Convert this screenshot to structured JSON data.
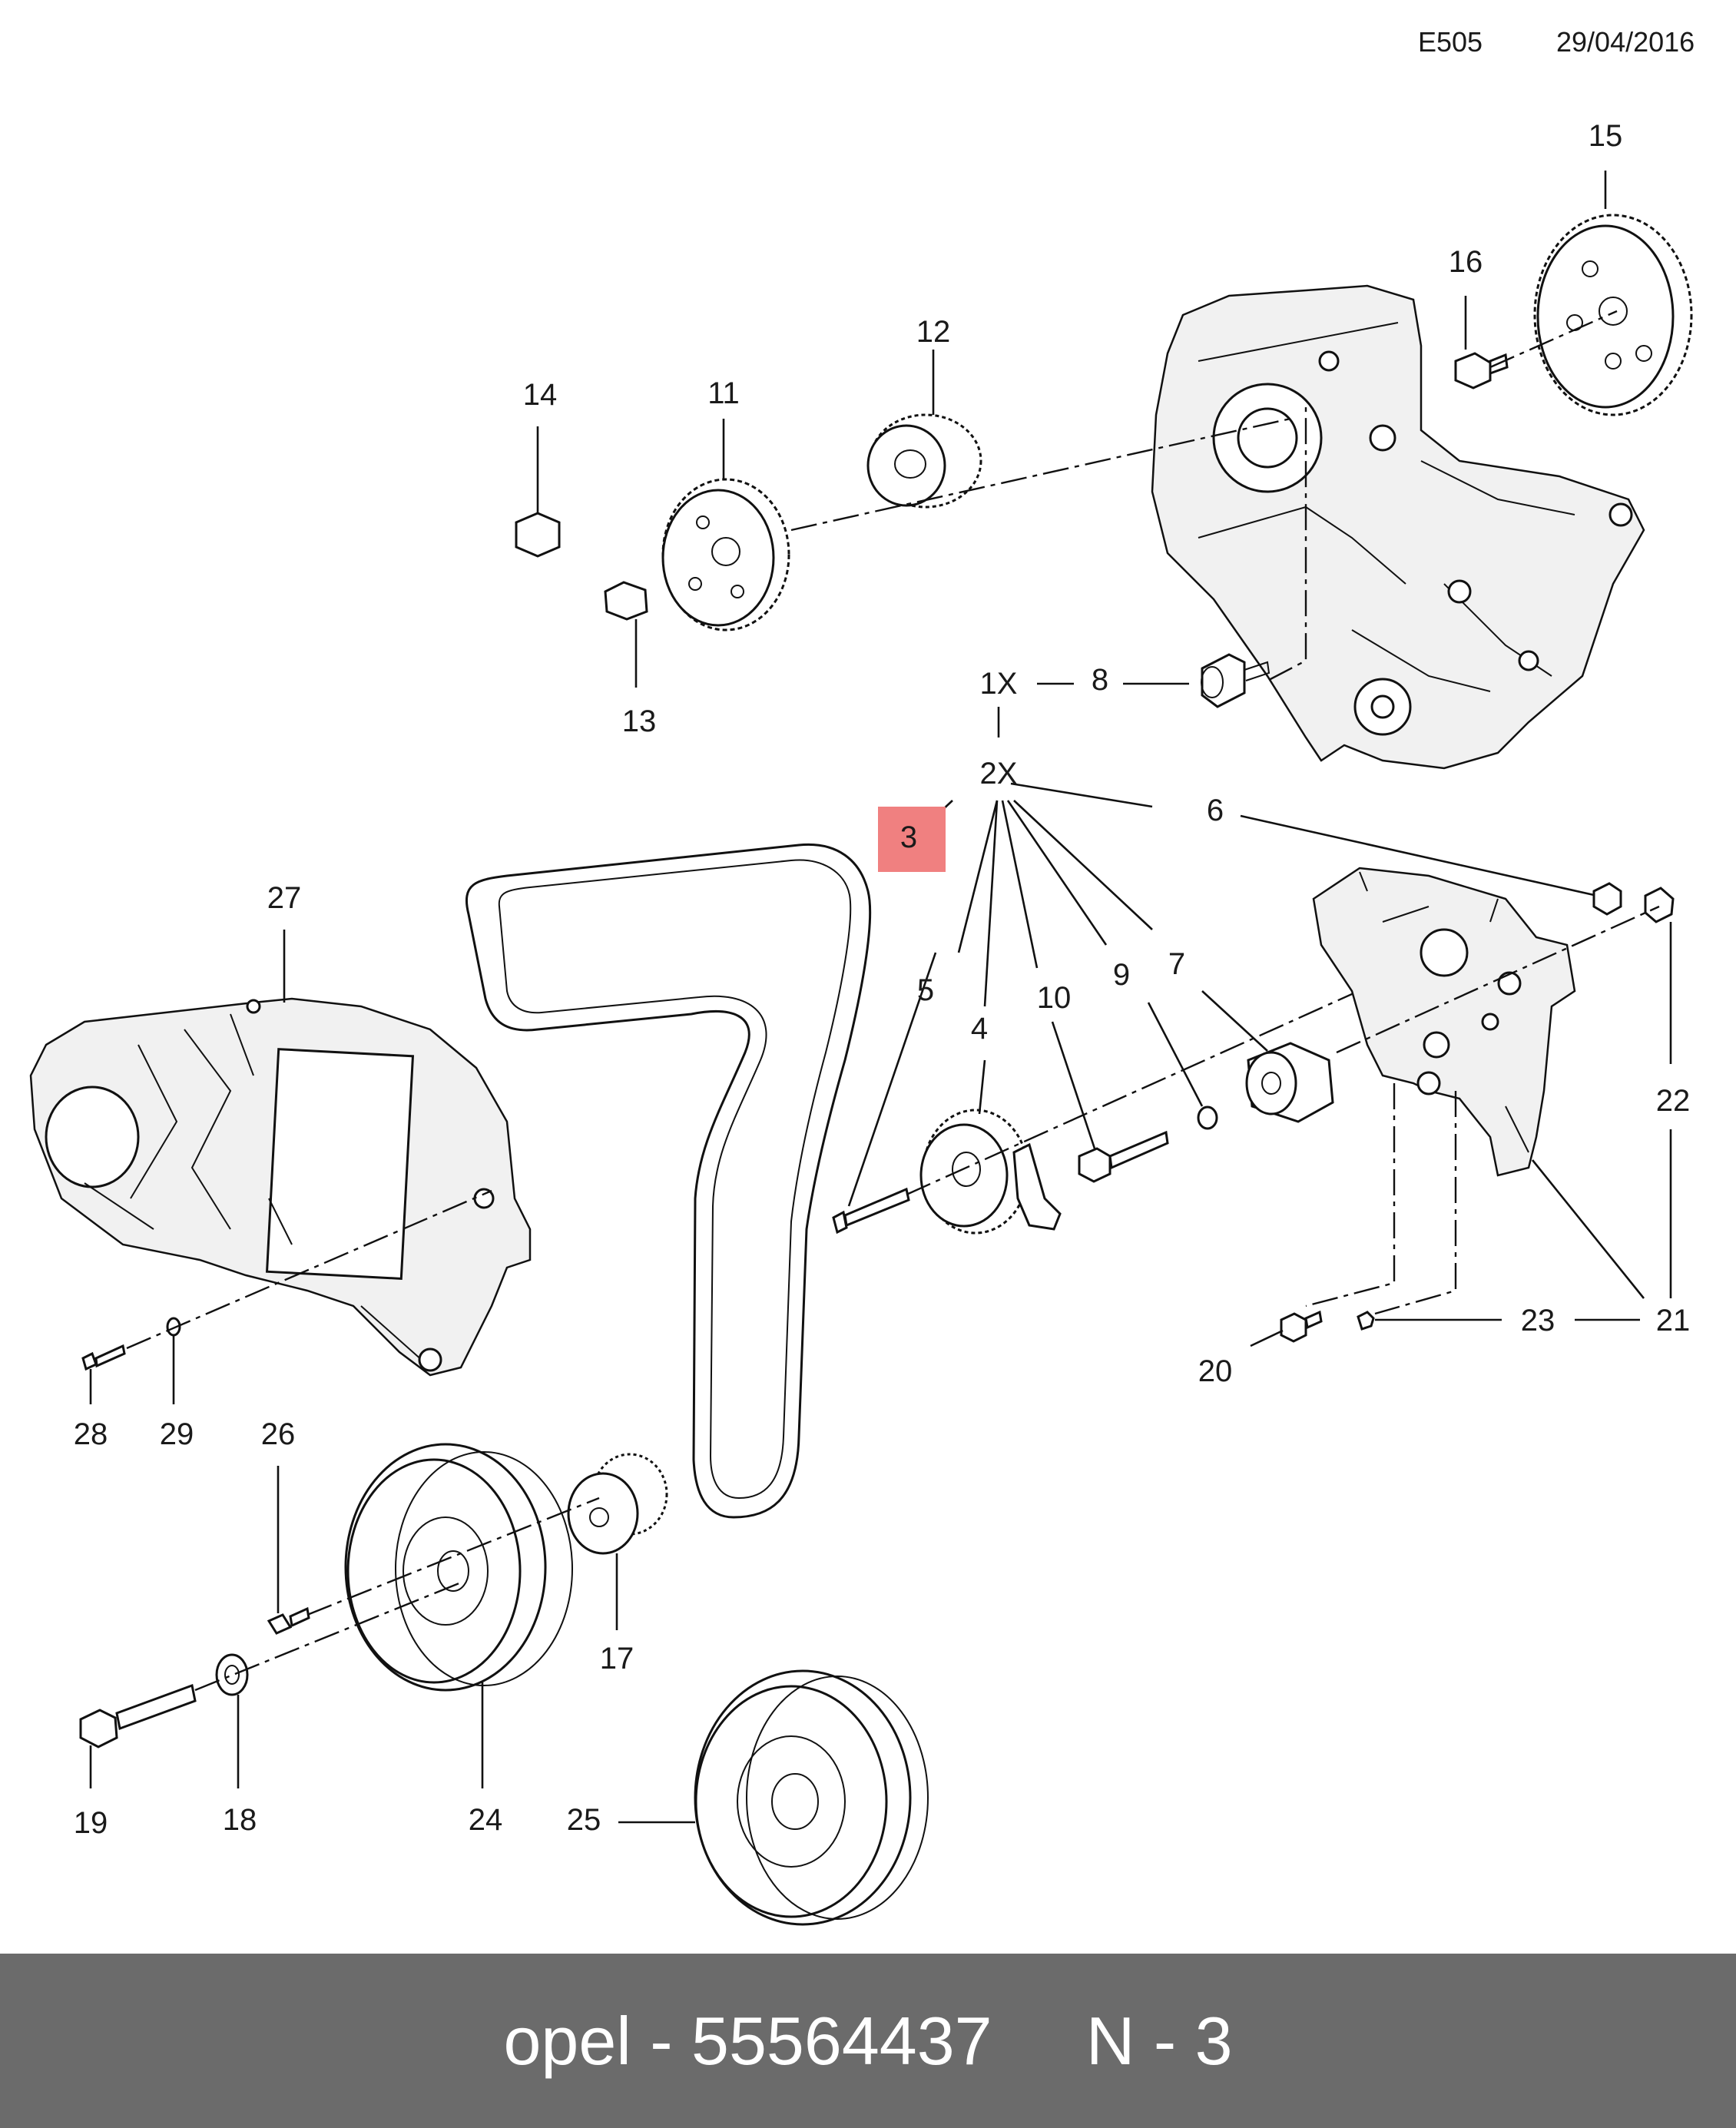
{
  "header": {
    "code": "E505",
    "date": "29/04/2016"
  },
  "highlight": {
    "label": "3",
    "color": "#f08080"
  },
  "callouts": {
    "c1x": "1X",
    "c2x": "2X",
    "n4": "4",
    "n5": "5",
    "n6": "6",
    "n7": "7",
    "n8": "8",
    "n9": "9",
    "n10": "10",
    "n11": "11",
    "n12": "12",
    "n13": "13",
    "n14": "14",
    "n15": "15",
    "n16": "16",
    "n17": "17",
    "n18": "18",
    "n19": "19",
    "n20": "20",
    "n21": "21",
    "n22": "22",
    "n23": "23",
    "n24": "24",
    "n25": "25",
    "n26": "26",
    "n27": "27",
    "n28": "28",
    "n29": "29"
  },
  "footer": {
    "brand": "opel",
    "separator": "-",
    "part_number": "55564437",
    "ref": "N - 3"
  },
  "colors": {
    "footer_bg": "#6b6b6b",
    "footer_text": "#ffffff",
    "line": "#111111"
  }
}
